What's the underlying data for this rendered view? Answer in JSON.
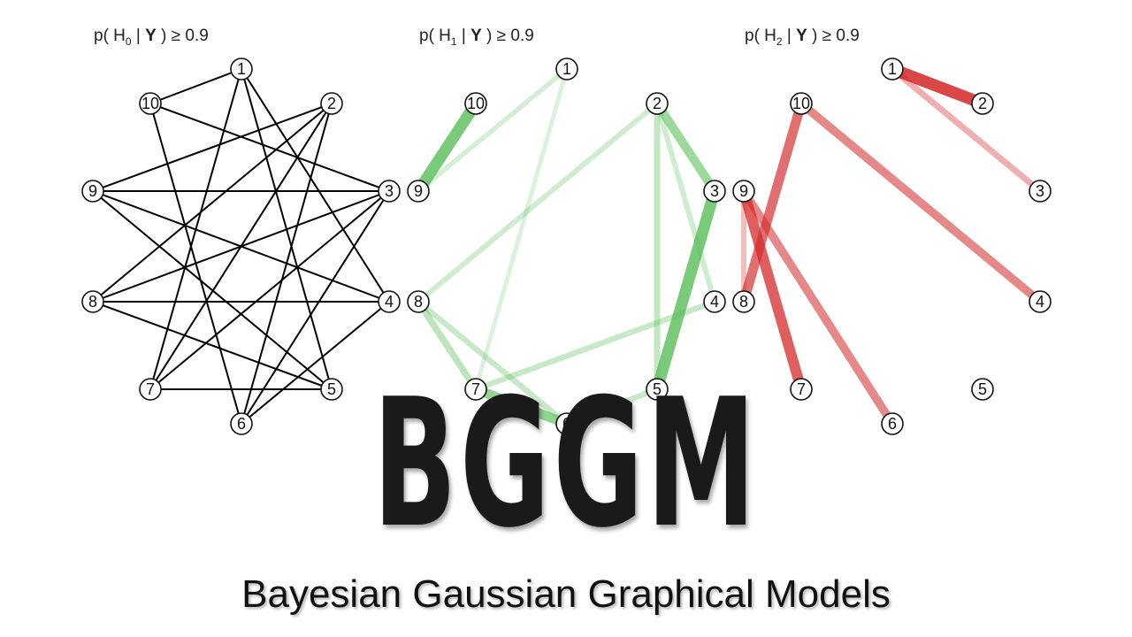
{
  "panels": [
    {
      "title": {
        "prefix": "p( H",
        "sub": "0",
        "mid": " | ",
        "bold": "Y",
        "suffix": " ) ≥ 0.9"
      },
      "color": "#000000",
      "edges": [
        [
          1,
          10
        ],
        [
          1,
          7
        ],
        [
          1,
          5
        ],
        [
          10,
          3
        ],
        [
          10,
          6
        ],
        [
          2,
          9
        ],
        [
          2,
          8
        ],
        [
          2,
          6
        ],
        [
          9,
          3
        ],
        [
          9,
          4
        ],
        [
          9,
          5
        ],
        [
          8,
          3
        ],
        [
          8,
          4
        ],
        [
          8,
          5
        ],
        [
          7,
          3
        ],
        [
          7,
          5
        ],
        [
          7,
          2
        ],
        [
          6,
          3
        ],
        [
          6,
          4
        ],
        [
          1,
          4
        ]
      ],
      "weights": [
        1,
        1,
        1,
        1,
        1,
        1,
        1,
        1,
        1,
        1,
        1,
        1,
        1,
        1,
        1,
        1,
        1,
        1,
        1,
        1
      ]
    },
    {
      "title": {
        "prefix": "p( H",
        "sub": "1",
        "mid": " | ",
        "bold": "Y",
        "suffix": " ) ≥ 0.9"
      },
      "color": "#5cbf5c",
      "edges": [
        [
          10,
          9
        ],
        [
          1,
          9
        ],
        [
          1,
          7
        ],
        [
          2,
          3
        ],
        [
          2,
          8
        ],
        [
          2,
          5
        ],
        [
          2,
          4
        ],
        [
          3,
          5
        ],
        [
          8,
          7
        ],
        [
          8,
          6
        ],
        [
          7,
          6
        ],
        [
          7,
          4
        ],
        [
          5,
          6
        ]
      ],
      "weights": [
        0.9,
        0.15,
        0.1,
        0.6,
        0.2,
        0.3,
        0.2,
        0.9,
        0.35,
        0.25,
        0.7,
        0.25,
        0.25
      ]
    },
    {
      "title": {
        "prefix": "p( H",
        "sub": "2",
        "mid": " | ",
        "bold": "Y",
        "suffix": " ) ≥ 0.9"
      },
      "color": "#d42a2a",
      "edges": [
        [
          1,
          2
        ],
        [
          1,
          3
        ],
        [
          10,
          4
        ],
        [
          10,
          8
        ],
        [
          9,
          7
        ],
        [
          9,
          6
        ],
        [
          9,
          8
        ]
      ],
      "weights": [
        0.95,
        0.3,
        0.55,
        0.7,
        0.8,
        0.55,
        0.2
      ]
    }
  ],
  "node_ids": [
    "1",
    "2",
    "3",
    "4",
    "5",
    "6",
    "7",
    "8",
    "9",
    "10"
  ],
  "brand": {
    "title": "BGGM",
    "subtitle": "Bayesian Gaussian Graphical Models"
  }
}
